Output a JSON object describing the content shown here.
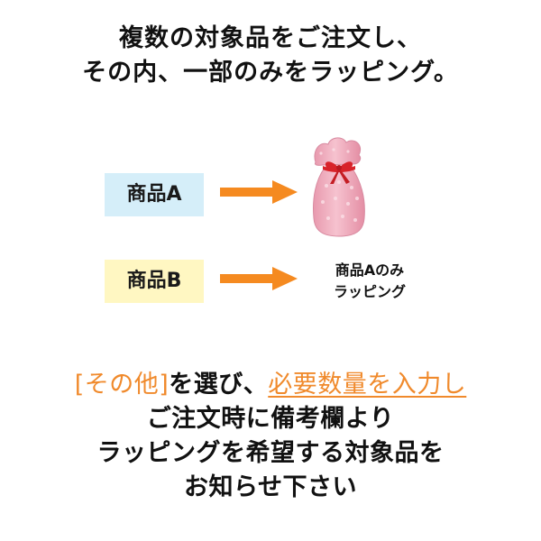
{
  "header": {
    "line1": "複数の対象品をご注文し、",
    "line2": "その内、一部のみをラッピング。"
  },
  "items": [
    {
      "label": "商品A",
      "box_color": "#d5eef9"
    },
    {
      "label": "商品B",
      "box_color": "#fff7c2"
    }
  ],
  "result": {
    "line1": "商品Aのみ",
    "line2": "ラッピング"
  },
  "instructions": {
    "highlight1": "[その他]",
    "text1": "を選び、",
    "highlight2": "必要数量を入力し",
    "line2": "ご注文時に備考欄より",
    "line3": "ラッピングを希望する対象品を",
    "line4": "お知らせ下さい"
  },
  "colors": {
    "accent": "#f08a2c",
    "arrow": "#f58a20",
    "gift_bag": "#f4b4c4",
    "ribbon": "#d8232a"
  },
  "icons": {
    "arrow": "arrow-right-icon",
    "gift": "gift-bag-icon"
  }
}
